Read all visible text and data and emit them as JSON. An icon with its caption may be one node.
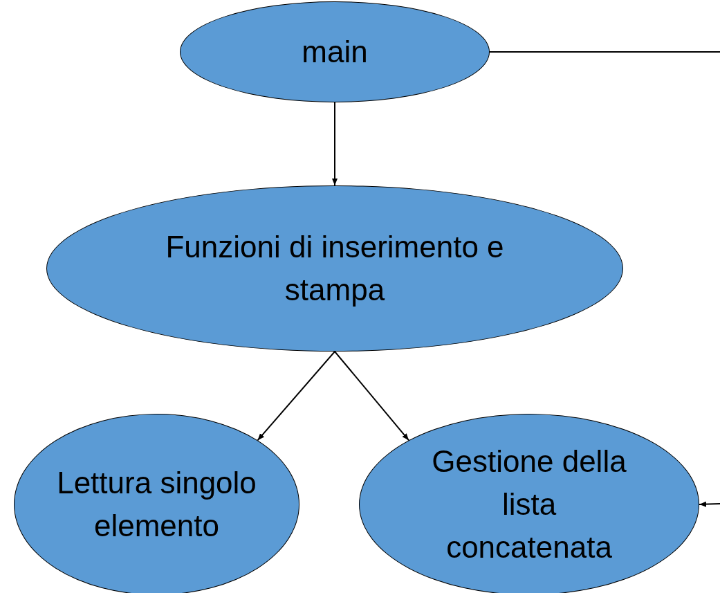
{
  "diagram": {
    "nodes": [
      {
        "text": [
          "main"
        ]
      },
      {
        "text": [
          "Funzioni di inserimento e stampa"
        ]
      },
      {
        "text": [
          "Lettura singolo elemento"
        ]
      },
      {
        "text": [
          "Gestione della lista concatenata"
        ]
      }
    ],
    "edges": [
      {
        "from": 0,
        "to": 1,
        "arrow": "to"
      },
      {
        "from": 1,
        "to": 2,
        "arrow": "to"
      },
      {
        "from": 1,
        "to": 3,
        "arrow": "to"
      },
      {
        "from": 0,
        "to": 3,
        "arrow": "to"
      }
    ]
  }
}
